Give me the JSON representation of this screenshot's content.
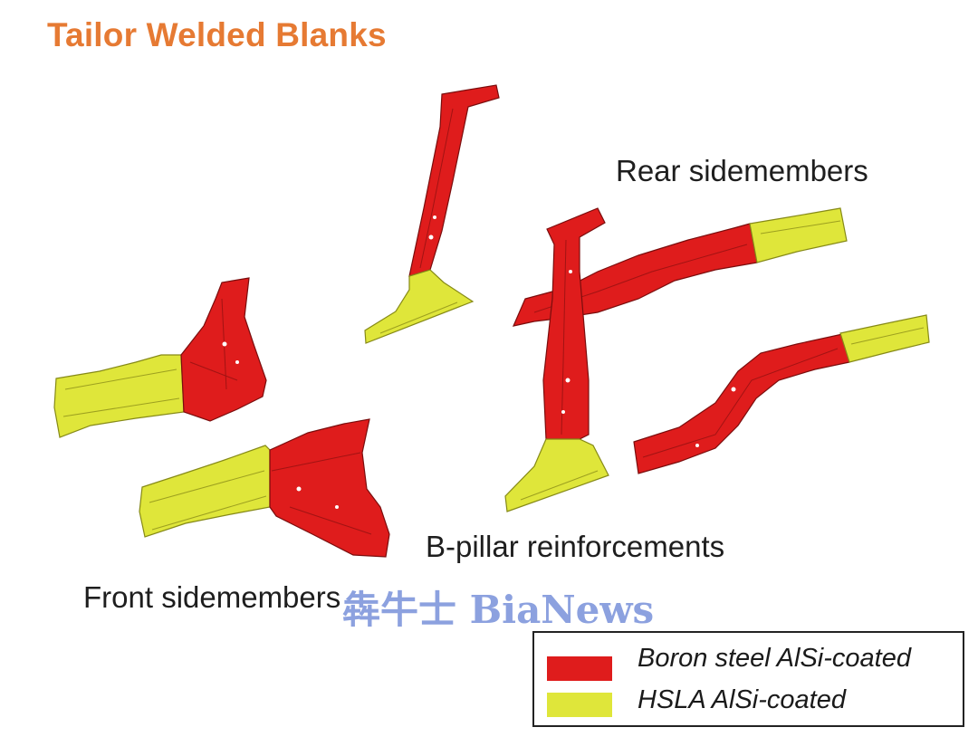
{
  "title": "Tailor Welded Blanks",
  "labels": {
    "rear": "Rear sidemembers",
    "bpillar": "B-pillar reinforcements",
    "front": "Front sidemembers"
  },
  "watermark": "犇牛士 BiaNews",
  "legend": {
    "items": [
      {
        "label": "Boron steel AlSi-coated",
        "color": "#df1c1c"
      },
      {
        "label": "HSLA AlSi-coated",
        "color": "#dfe63a"
      }
    ]
  },
  "colors": {
    "title": "#e67a33",
    "boron": "#df1c1c",
    "hsla": "#dfe63a"
  }
}
